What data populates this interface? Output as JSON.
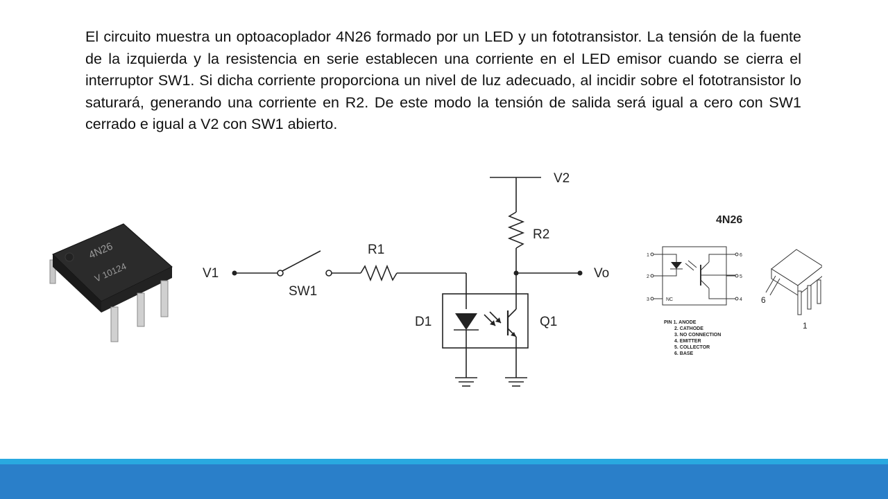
{
  "paragraph": "El circuito muestra un optoacoplador 4N26 formado por un LED y un fototransistor. La tensión de la fuente de la izquierda y la resistencia en serie establecen una corriente en el LED emisor cuando se cierra el interruptor SW1. Si dicha corriente proporciona un nivel de luz adecuado, al incidir sobre el fototransistor lo saturará, generando una corriente en R2. De este modo la tensión de salida será igual a cero con SW1 cerrado e igual a V2 con SW1 abierto.",
  "chip_photo": {
    "marking_line1": "4N26",
    "marking_line2": "V 10124"
  },
  "circuit": {
    "v1": "V1",
    "v2": "V2",
    "vo": "Vo",
    "r1": "R1",
    "r2": "R2",
    "sw1": "SW1",
    "d1": "D1",
    "q1": "Q1"
  },
  "pinout": {
    "title": "4N26",
    "pin_numbers_left": [
      "1",
      "2",
      "3"
    ],
    "pin_numbers_right": [
      "6",
      "5",
      "4"
    ],
    "nc_label": "NC",
    "legend": [
      "PIN 1. ANODE",
      "2. CATHODE",
      "3. NO CONNECTION",
      "4. EMITTER",
      "5. COLLECTOR",
      "6. BASE"
    ],
    "package_pin6": "6",
    "package_pin1": "1"
  },
  "colors": {
    "bar_light": "#29a9e0",
    "bar_dark": "#2a7fc9"
  }
}
